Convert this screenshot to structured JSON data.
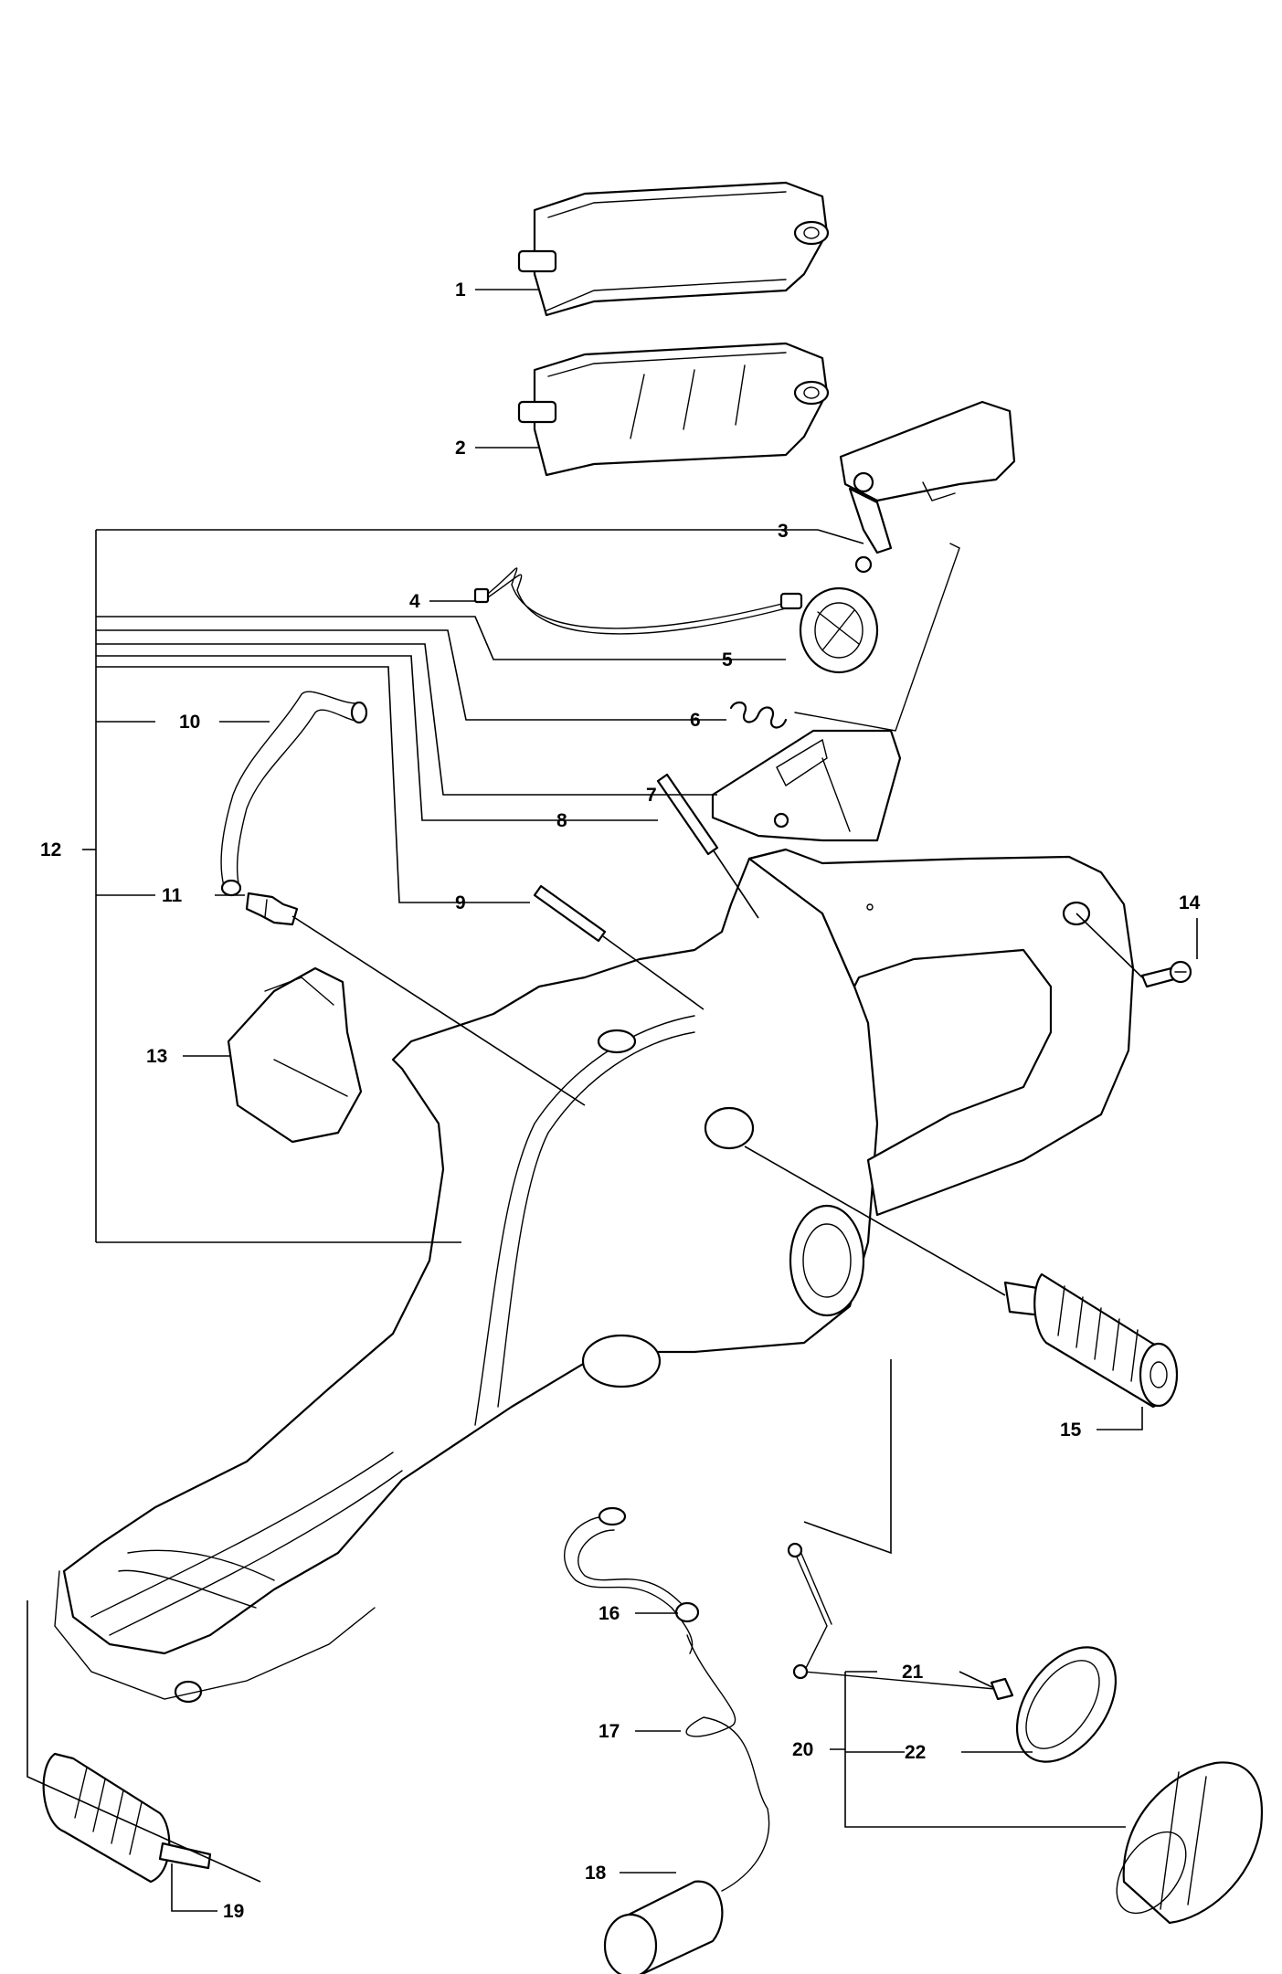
{
  "labels": {
    "c1": "1",
    "c2": "2",
    "c3": "3",
    "c4": "4",
    "c5": "5",
    "c6": "6",
    "c7": "7",
    "c8": "8",
    "c9": "9",
    "c10": "10",
    "c11": "11",
    "c12": "12",
    "c13": "13",
    "c14": "14",
    "c15": "15",
    "c16": "16",
    "c17": "17",
    "c18": "18",
    "c19": "19",
    "c20": "20",
    "c21": "21",
    "c22": "22"
  }
}
